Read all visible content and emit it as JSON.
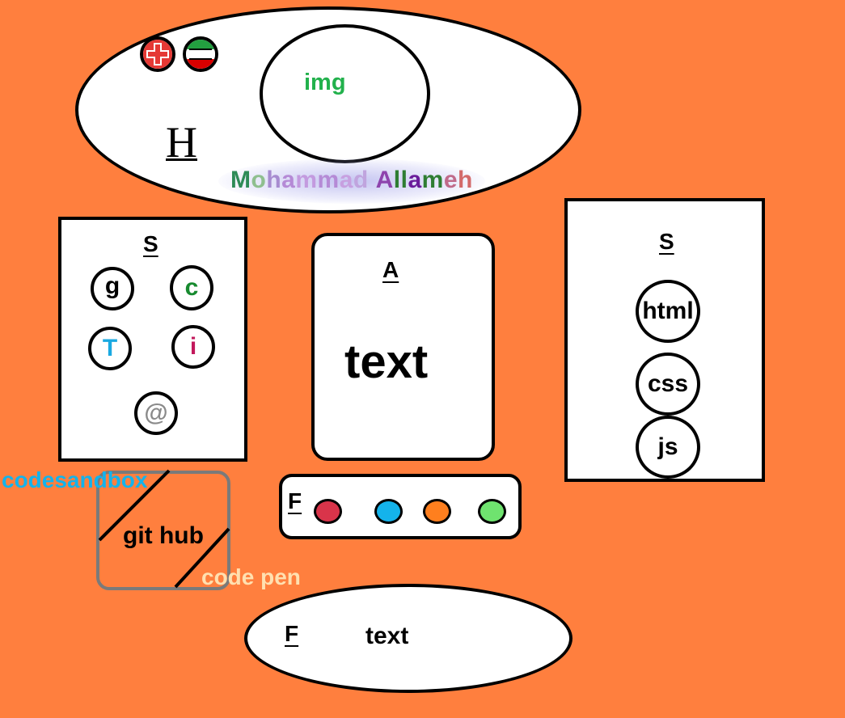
{
  "header": {
    "img_label": "img",
    "h_label": "H",
    "name_letters": [
      "M",
      "o",
      "h",
      "a",
      "m",
      "m",
      "a",
      "d",
      " ",
      "A",
      "l",
      "l",
      "a",
      "m",
      "e",
      "h"
    ]
  },
  "social": {
    "label": "S",
    "g": "g",
    "c": "c",
    "t": "T",
    "i": "i",
    "at": "@"
  },
  "article": {
    "label": "A",
    "text": "text"
  },
  "skills": {
    "label": "S",
    "items": [
      "html",
      "css",
      "js"
    ]
  },
  "links": {
    "codesandbox": "codesandbox",
    "github": "git hub",
    "codepen": "code pen"
  },
  "footer_bar": {
    "label": "F",
    "dot_colors": [
      "#D9344A",
      "#14B3EB",
      "#FF7F1E",
      "#6FE36F"
    ]
  },
  "footer": {
    "label": "F",
    "text": "text"
  },
  "colors": {
    "background": "#FF7F3E",
    "img_green": "#22B14C",
    "name_colors": [
      "#2E8B57",
      "#8FBF8F",
      "#A78BD0",
      "#B58AD6",
      "#C39ADF",
      "#B58AD6",
      "#C7A0E0",
      "#C0A4DE",
      " ",
      "#8E44AD",
      "#2E7D32",
      "#2E7D32",
      "#6A1B9A",
      "#2E7D32",
      "#C06A8A",
      "#D36A6A"
    ]
  }
}
